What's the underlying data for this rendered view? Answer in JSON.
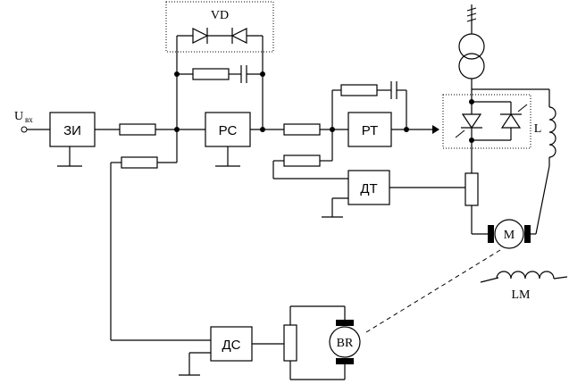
{
  "labels": {
    "input_main": "U",
    "input_sub": "вх",
    "zi": "ЗИ",
    "rs": "РС",
    "rt": "РТ",
    "dt": "ДТ",
    "ds": "ДС",
    "vd": "VD",
    "l": "L",
    "m": "M",
    "lm": "LM",
    "br": "BR"
  }
}
